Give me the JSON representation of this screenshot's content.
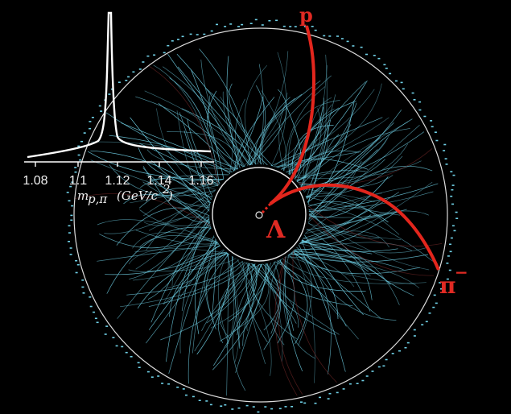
{
  "scene": {
    "description_colors": {
      "background": "#000000",
      "tracks": "#6fd0e6",
      "highlight": "#e3261d",
      "rings": "#dcdcdc",
      "histogram": "#ffffff"
    }
  },
  "particles": {
    "proton": "p",
    "lambda": "Λ",
    "pion": "π",
    "pion_charge": "−"
  },
  "inset": {
    "x_ticks": [
      "1.08",
      "1.1",
      "1.12",
      "1.14",
      "1.16"
    ],
    "x_title_m": "m",
    "x_title_sub": "p,π",
    "x_title_units": "(GeV/c",
    "x_title_sup": "2",
    "x_title_close": ")"
  }
}
